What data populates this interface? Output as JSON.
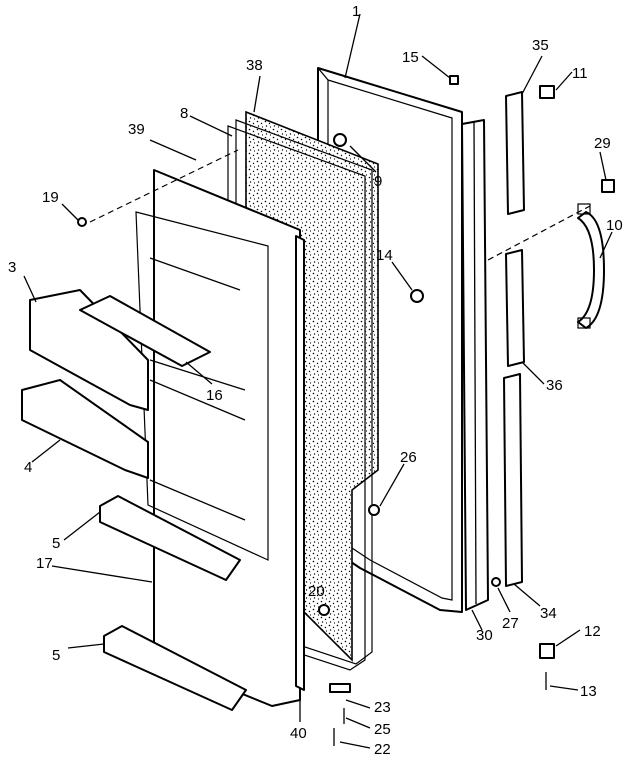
{
  "callouts": [
    {
      "id": "p1",
      "text": "1"
    },
    {
      "id": "p3",
      "text": "3"
    },
    {
      "id": "p4",
      "text": "4"
    },
    {
      "id": "p5a",
      "text": "5"
    },
    {
      "id": "p5b",
      "text": "5"
    },
    {
      "id": "p8",
      "text": "8"
    },
    {
      "id": "p9",
      "text": "9"
    },
    {
      "id": "p10",
      "text": "10"
    },
    {
      "id": "p11",
      "text": "11"
    },
    {
      "id": "p12",
      "text": "12"
    },
    {
      "id": "p13",
      "text": "13"
    },
    {
      "id": "p14",
      "text": "14"
    },
    {
      "id": "p15",
      "text": "15"
    },
    {
      "id": "p16",
      "text": "16"
    },
    {
      "id": "p17",
      "text": "17"
    },
    {
      "id": "p19",
      "text": "19"
    },
    {
      "id": "p20",
      "text": "20"
    },
    {
      "id": "p22",
      "text": "22"
    },
    {
      "id": "p23",
      "text": "23"
    },
    {
      "id": "p25",
      "text": "25"
    },
    {
      "id": "p26",
      "text": "26"
    },
    {
      "id": "p27",
      "text": "27"
    },
    {
      "id": "p29",
      "text": "29"
    },
    {
      "id": "p30",
      "text": "30"
    },
    {
      "id": "p34",
      "text": "34"
    },
    {
      "id": "p35",
      "text": "35"
    },
    {
      "id": "p36",
      "text": "36"
    },
    {
      "id": "p38",
      "text": "38"
    },
    {
      "id": "p39",
      "text": "39"
    },
    {
      "id": "p40",
      "text": "40"
    }
  ]
}
